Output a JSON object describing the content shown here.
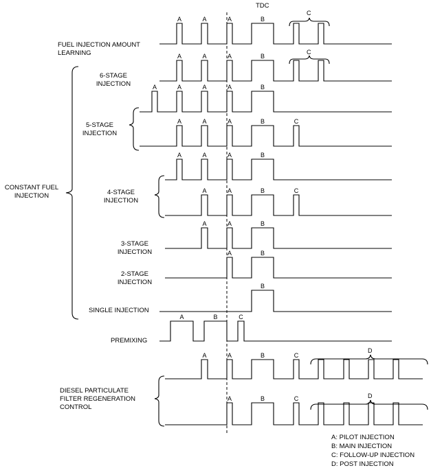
{
  "tdc_label": "TDC",
  "pulse_labels": {
    "pilot": "A",
    "main": "B",
    "follow": "C",
    "post": "D"
  },
  "rows": {
    "learning": "FUEL INJECTION AMOUNT LEARNING",
    "six_stage": "6-STAGE INJECTION",
    "five_stage": "5-STAGE INJECTION",
    "four_stage": "4-STAGE INJECTION",
    "three_stage": "3-STAGE INJECTION",
    "two_stage": "2-STAGE INJECTION",
    "single": "SINGLE INJECTION",
    "premixing": "PREMIXING",
    "dpf": "DIESEL PARTICULATE FILTER REGENERATION CONTROL",
    "constant": "CONSTANT FUEL INJECTION"
  },
  "legend": [
    "A: PILOT INJECTION",
    "B: MAIN INJECTION",
    "C: FOLLOW-UP INJECTION",
    "D: POST INJECTION"
  ]
}
